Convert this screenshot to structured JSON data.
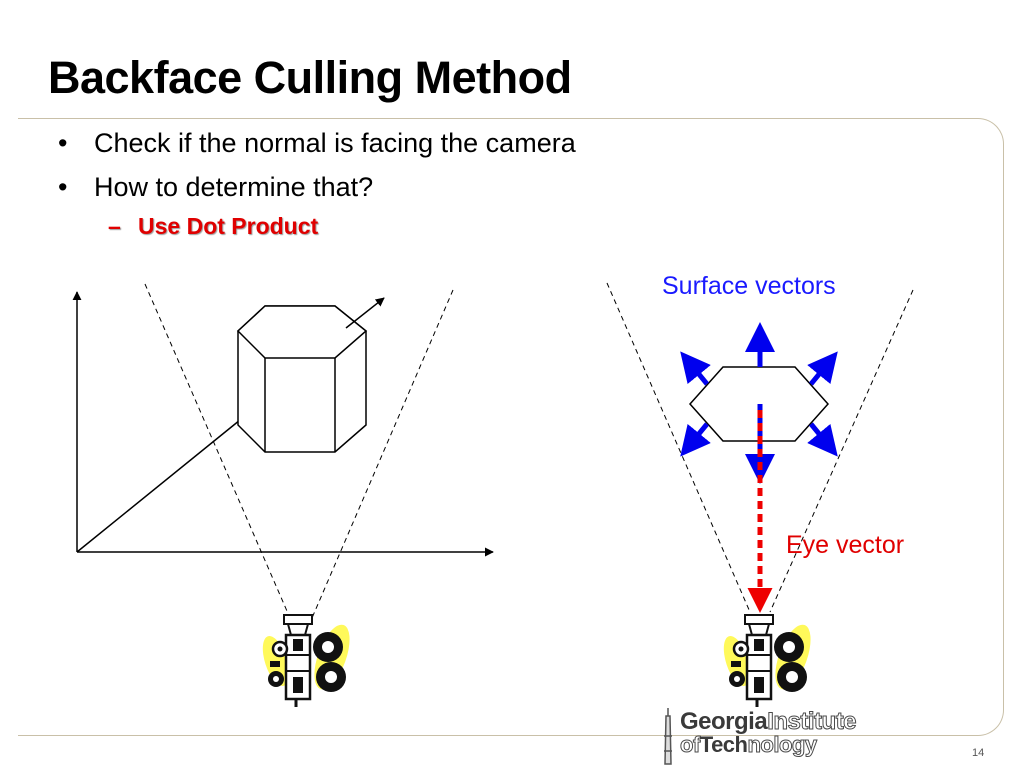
{
  "slide": {
    "title": "Backface Culling Method",
    "bullets": [
      {
        "marker": "•",
        "text": "Check if the normal is facing the camera"
      },
      {
        "marker": "•",
        "text": "How to determine that?"
      }
    ],
    "sub_bullet": {
      "marker": "–",
      "text": "Use Dot Product"
    },
    "page_number": "14"
  },
  "diagram": {
    "labels": {
      "surface_vectors": "Surface vectors",
      "eye_vector": "Eye vector"
    },
    "colors": {
      "surface_vector": "#0000ee",
      "eye_vector": "#ee0000",
      "accent_text_blue": "#1a1aff",
      "accent_text_red": "#e00000",
      "camera_highlight": "#fff95a"
    },
    "icons": [
      "movie-camera-icon",
      "movie-camera-icon"
    ]
  },
  "logo": {
    "line1_bold": "Georgia",
    "line1_outline": "Institute",
    "line2_outline_a": "of",
    "line2_bold": "Tech",
    "line2_outline_b": "nology"
  }
}
